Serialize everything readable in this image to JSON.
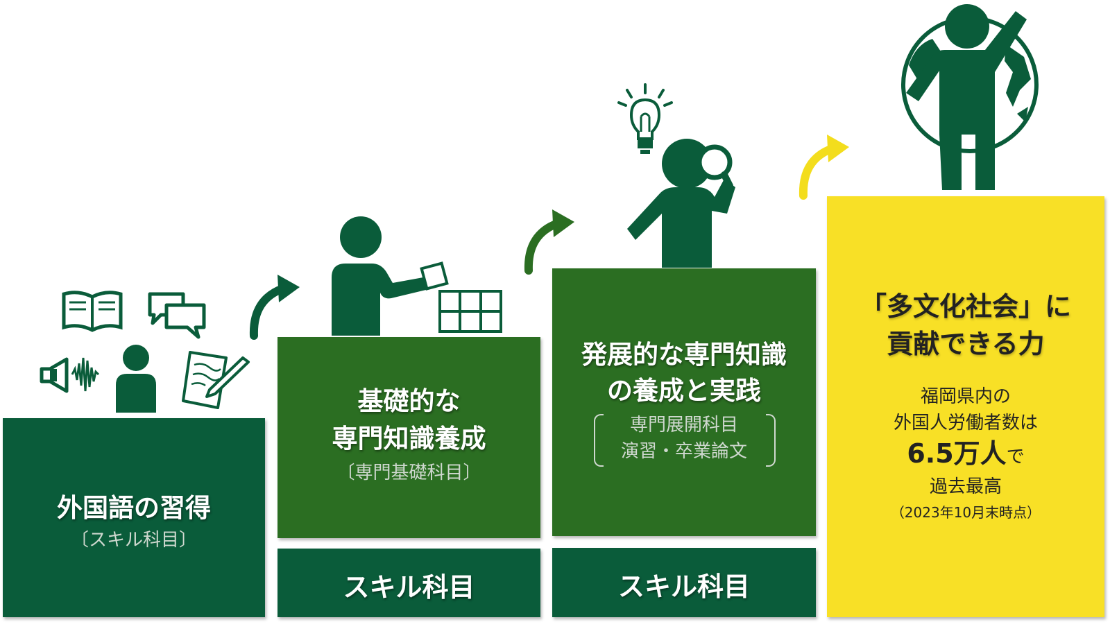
{
  "colors": {
    "dark_green": "#0a5c3a",
    "mid_green": "#2b6e22",
    "yellow": "#f8e026",
    "arrow_yellow": "#f3dd1d"
  },
  "steps": [
    {
      "title": "外国語の習得",
      "sub": "〔スキル科目〕"
    },
    {
      "title_lines": [
        "基礎的な",
        "専門知識養成"
      ],
      "sub": "〔専門基礎科目〕",
      "bar_label": "スキル科目"
    },
    {
      "title_lines": [
        "発展的な専門知識",
        "の養成と実践"
      ],
      "sub_lines": [
        "専門展開科目",
        "演習・卒業論文"
      ],
      "bar_label": "スキル科目"
    }
  ],
  "goal": {
    "title_lines": [
      "「多文化社会」に",
      "貢献できる力"
    ],
    "line1": "福岡県内の",
    "line2": "外国人労働者数は",
    "highlight_number": "6.5万人",
    "highlight_suffix": "で",
    "line4": "過去最高",
    "note": "（2023年10月末時点）"
  },
  "icons": [
    "book-icon",
    "speech-bubbles-icon",
    "megaphone-icon",
    "sound-wave-icon",
    "person-icon",
    "paper-pencil-icon",
    "person-holding-card-icon",
    "grid-icon",
    "arrow-icon",
    "lightbulb-icon",
    "magnifier-person-icon",
    "globe-person-icon"
  ]
}
